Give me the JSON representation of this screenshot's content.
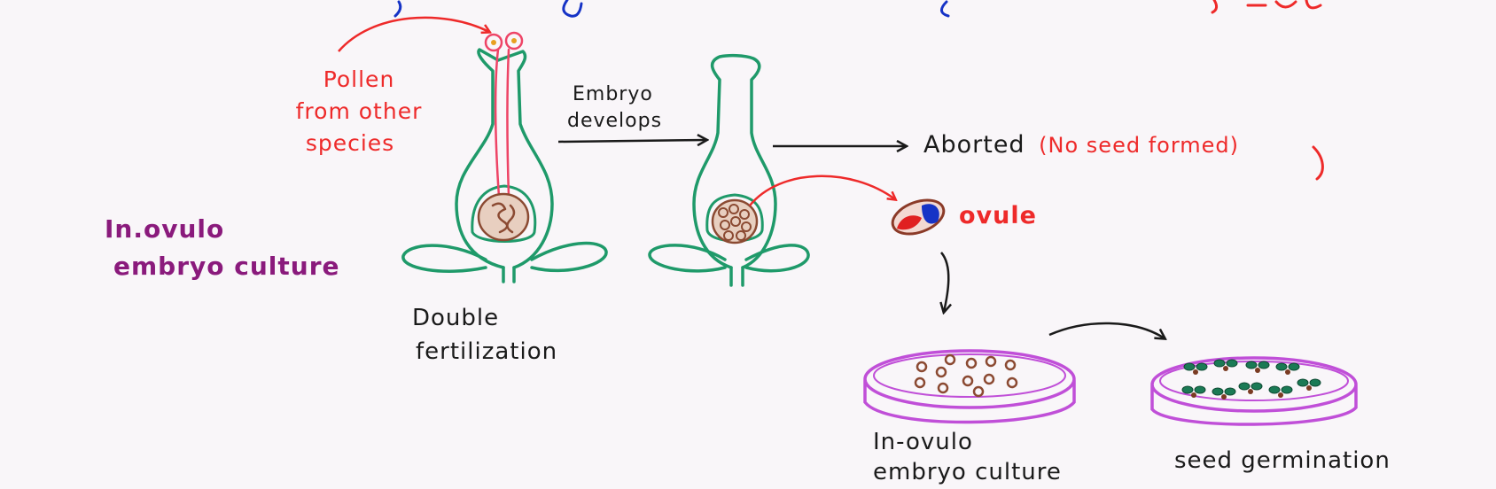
{
  "colors": {
    "background": "#f9f6f9",
    "flower_green": "#1f9a6a",
    "pollen_tube": "#ee4466",
    "red_text": "#ee2a2a",
    "purple_label": "#8a1a7c",
    "dish_magenta": "#c04fd8",
    "embryo_brown": "#8b4a32",
    "ink_black": "#1a1a1a",
    "ovule_blue": "#1633c6",
    "seedling_green": "#1b7a55"
  },
  "labels": {
    "pollen": [
      "Pollen",
      "from other",
      "species"
    ],
    "embryo_develops": [
      "Embryo",
      "develops"
    ],
    "aborted": "Aborted",
    "no_seed": "(No seed formed)",
    "ovule": "ovule",
    "method": [
      "In.ovulo",
      "embryo culture"
    ],
    "double_fertilization": [
      "Double",
      "fertilization"
    ],
    "culture_dish": [
      "In-ovulo",
      "embryo culture"
    ],
    "seed_germination": "seed germination"
  },
  "icons": {
    "flower_left": "flower-pistil-with-pollen-tube-icon",
    "flower_right": "flower-pistil-with-developing-embryo-icon",
    "ovule": "excised-ovule-icon",
    "dish_left": "petri-dish-with-ovules-icon",
    "dish_right": "petri-dish-with-seedlings-icon"
  }
}
